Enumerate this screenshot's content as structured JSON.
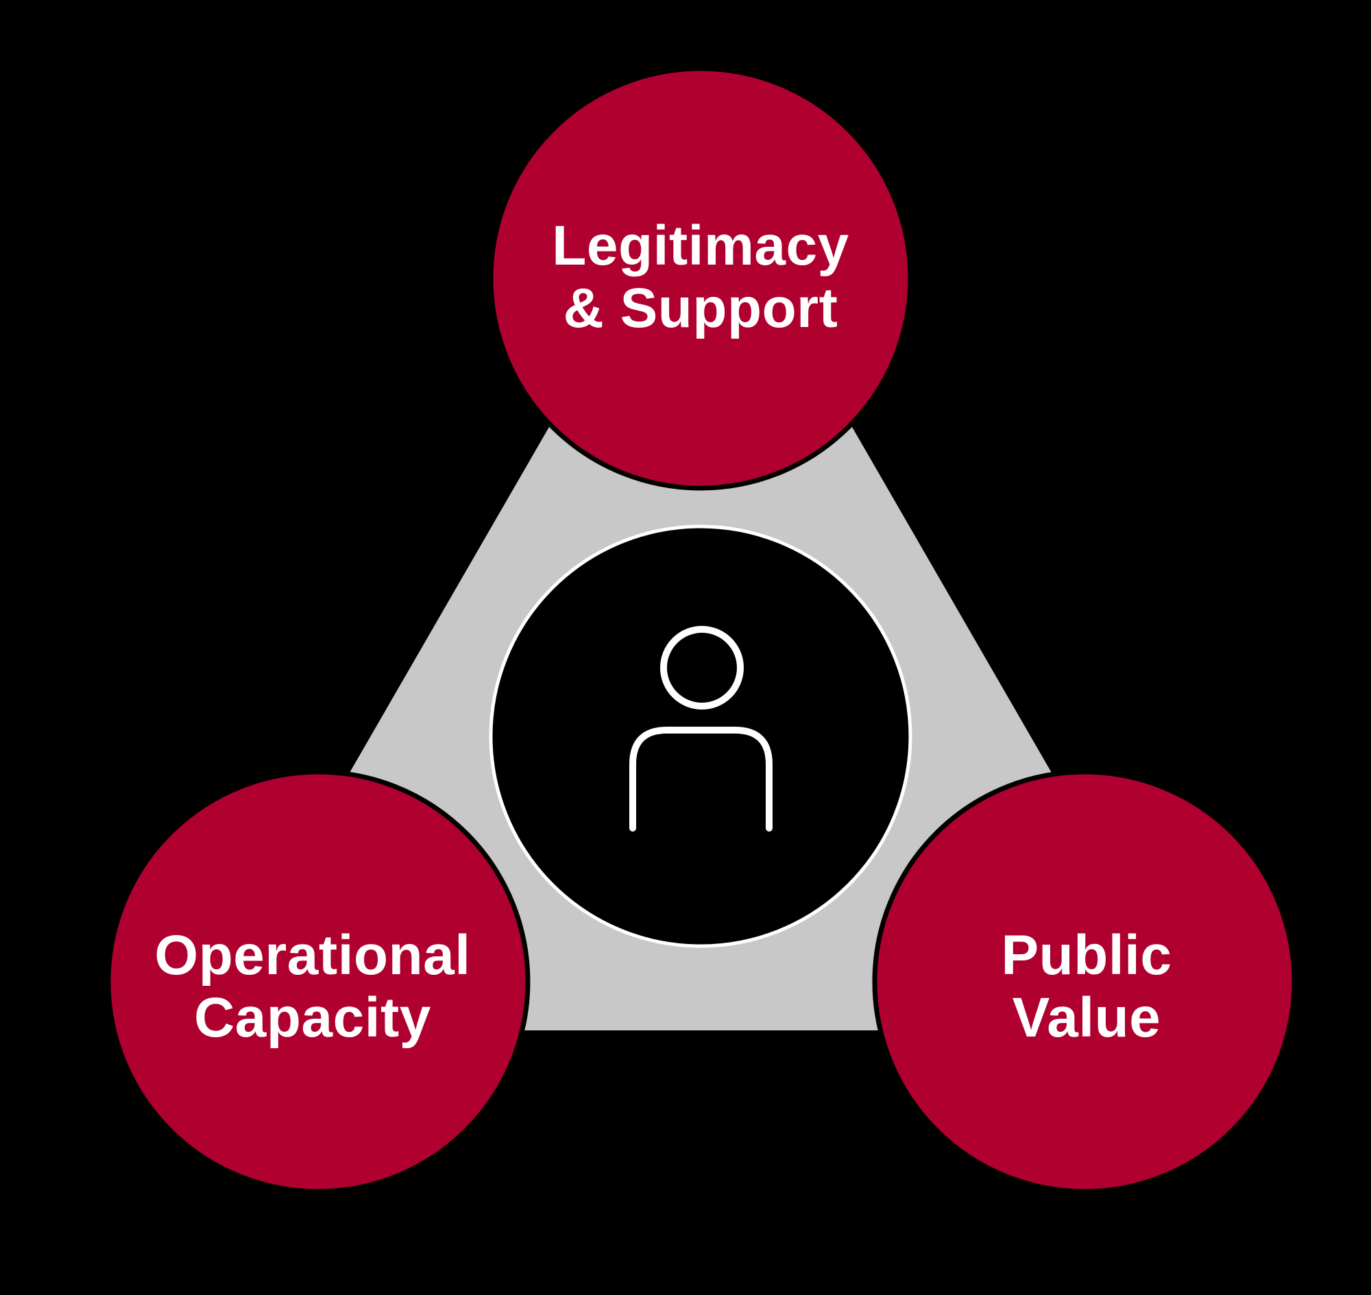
{
  "diagram": {
    "type": "triangle-of-circles",
    "colors": {
      "background": "#000000",
      "triangle": "#C8C8C8",
      "node_fill": "#B0002F",
      "node_outline": "#000000",
      "center_fill": "#000000",
      "center_ring": "#FFFFFF",
      "icon_stroke": "#FFFFFF",
      "label_text": "#FFFFFF"
    },
    "center": {
      "icon": "person-icon"
    },
    "nodes": [
      {
        "id": "top",
        "lines": [
          "Legitimacy",
          "& Support"
        ]
      },
      {
        "id": "bottom-left",
        "lines": [
          "Operational",
          "Capacity"
        ]
      },
      {
        "id": "bottom-right",
        "lines": [
          "Public",
          "Value"
        ]
      }
    ]
  }
}
